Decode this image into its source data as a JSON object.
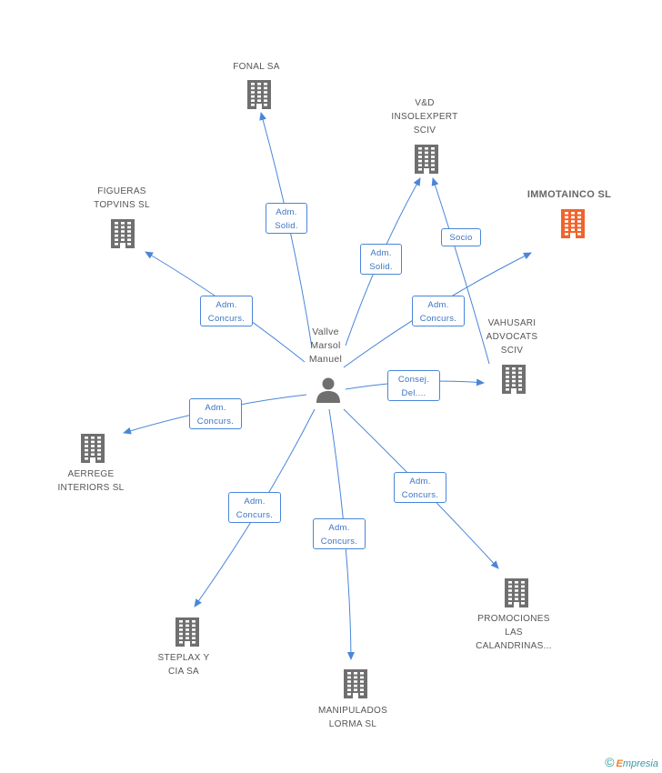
{
  "center": {
    "label_lines": [
      "Vallve",
      "Marsol",
      "Manuel"
    ]
  },
  "nodes": [
    {
      "id": "fonal",
      "lines": [
        "FONAL SA"
      ],
      "highlight": false
    },
    {
      "id": "vd",
      "lines": [
        "V&D",
        "INSOLEXPERT",
        "SCIV"
      ],
      "highlight": false
    },
    {
      "id": "immotainco",
      "lines": [
        "IMMOTAINCO SL"
      ],
      "highlight": true
    },
    {
      "id": "figueras",
      "lines": [
        "FIGUERAS",
        "TOPVINS SL"
      ],
      "highlight": false
    },
    {
      "id": "vahusari",
      "lines": [
        "VAHUSARI",
        "ADVOCATS",
        "SCIV"
      ],
      "highlight": false
    },
    {
      "id": "aerrege",
      "lines": [
        "AERREGE",
        "INTERIORS SL"
      ],
      "highlight": false
    },
    {
      "id": "promociones",
      "lines": [
        "PROMOCIONES",
        "LAS",
        "CALANDRINAS..."
      ],
      "highlight": false
    },
    {
      "id": "steplax",
      "lines": [
        "STEPLAX Y",
        "CIA SA"
      ],
      "highlight": false
    },
    {
      "id": "manipulados",
      "lines": [
        "MANIPULADOS",
        "LORMA SL"
      ],
      "highlight": false
    }
  ],
  "edges": [
    {
      "id": "e-fonal",
      "lines": [
        "Adm.",
        "Solid."
      ]
    },
    {
      "id": "e-vd",
      "lines": [
        "Adm.",
        "Solid."
      ]
    },
    {
      "id": "e-socio",
      "lines": [
        "Socio"
      ]
    },
    {
      "id": "e-immotainco",
      "lines": [
        "Adm.",
        "Concurs."
      ]
    },
    {
      "id": "e-figueras",
      "lines": [
        "Adm.",
        "Concurs."
      ]
    },
    {
      "id": "e-vahusari",
      "lines": [
        "Consej.",
        "Del...."
      ]
    },
    {
      "id": "e-aerrege",
      "lines": [
        "Adm.",
        "Concurs."
      ]
    },
    {
      "id": "e-promociones",
      "lines": [
        "Adm.",
        "Concurs."
      ]
    },
    {
      "id": "e-steplax",
      "lines": [
        "Adm.",
        "Concurs."
      ]
    },
    {
      "id": "e-manipulados",
      "lines": [
        "Adm.",
        "Concurs."
      ]
    }
  ],
  "colors": {
    "building": "#6f6f6f",
    "building_highlight": "#f0642c",
    "edge": "#4a86d8",
    "person": "#6f6f6f"
  },
  "footer": {
    "copyright": "©",
    "brand_initial": "E",
    "brand_rest": "mpresia"
  }
}
